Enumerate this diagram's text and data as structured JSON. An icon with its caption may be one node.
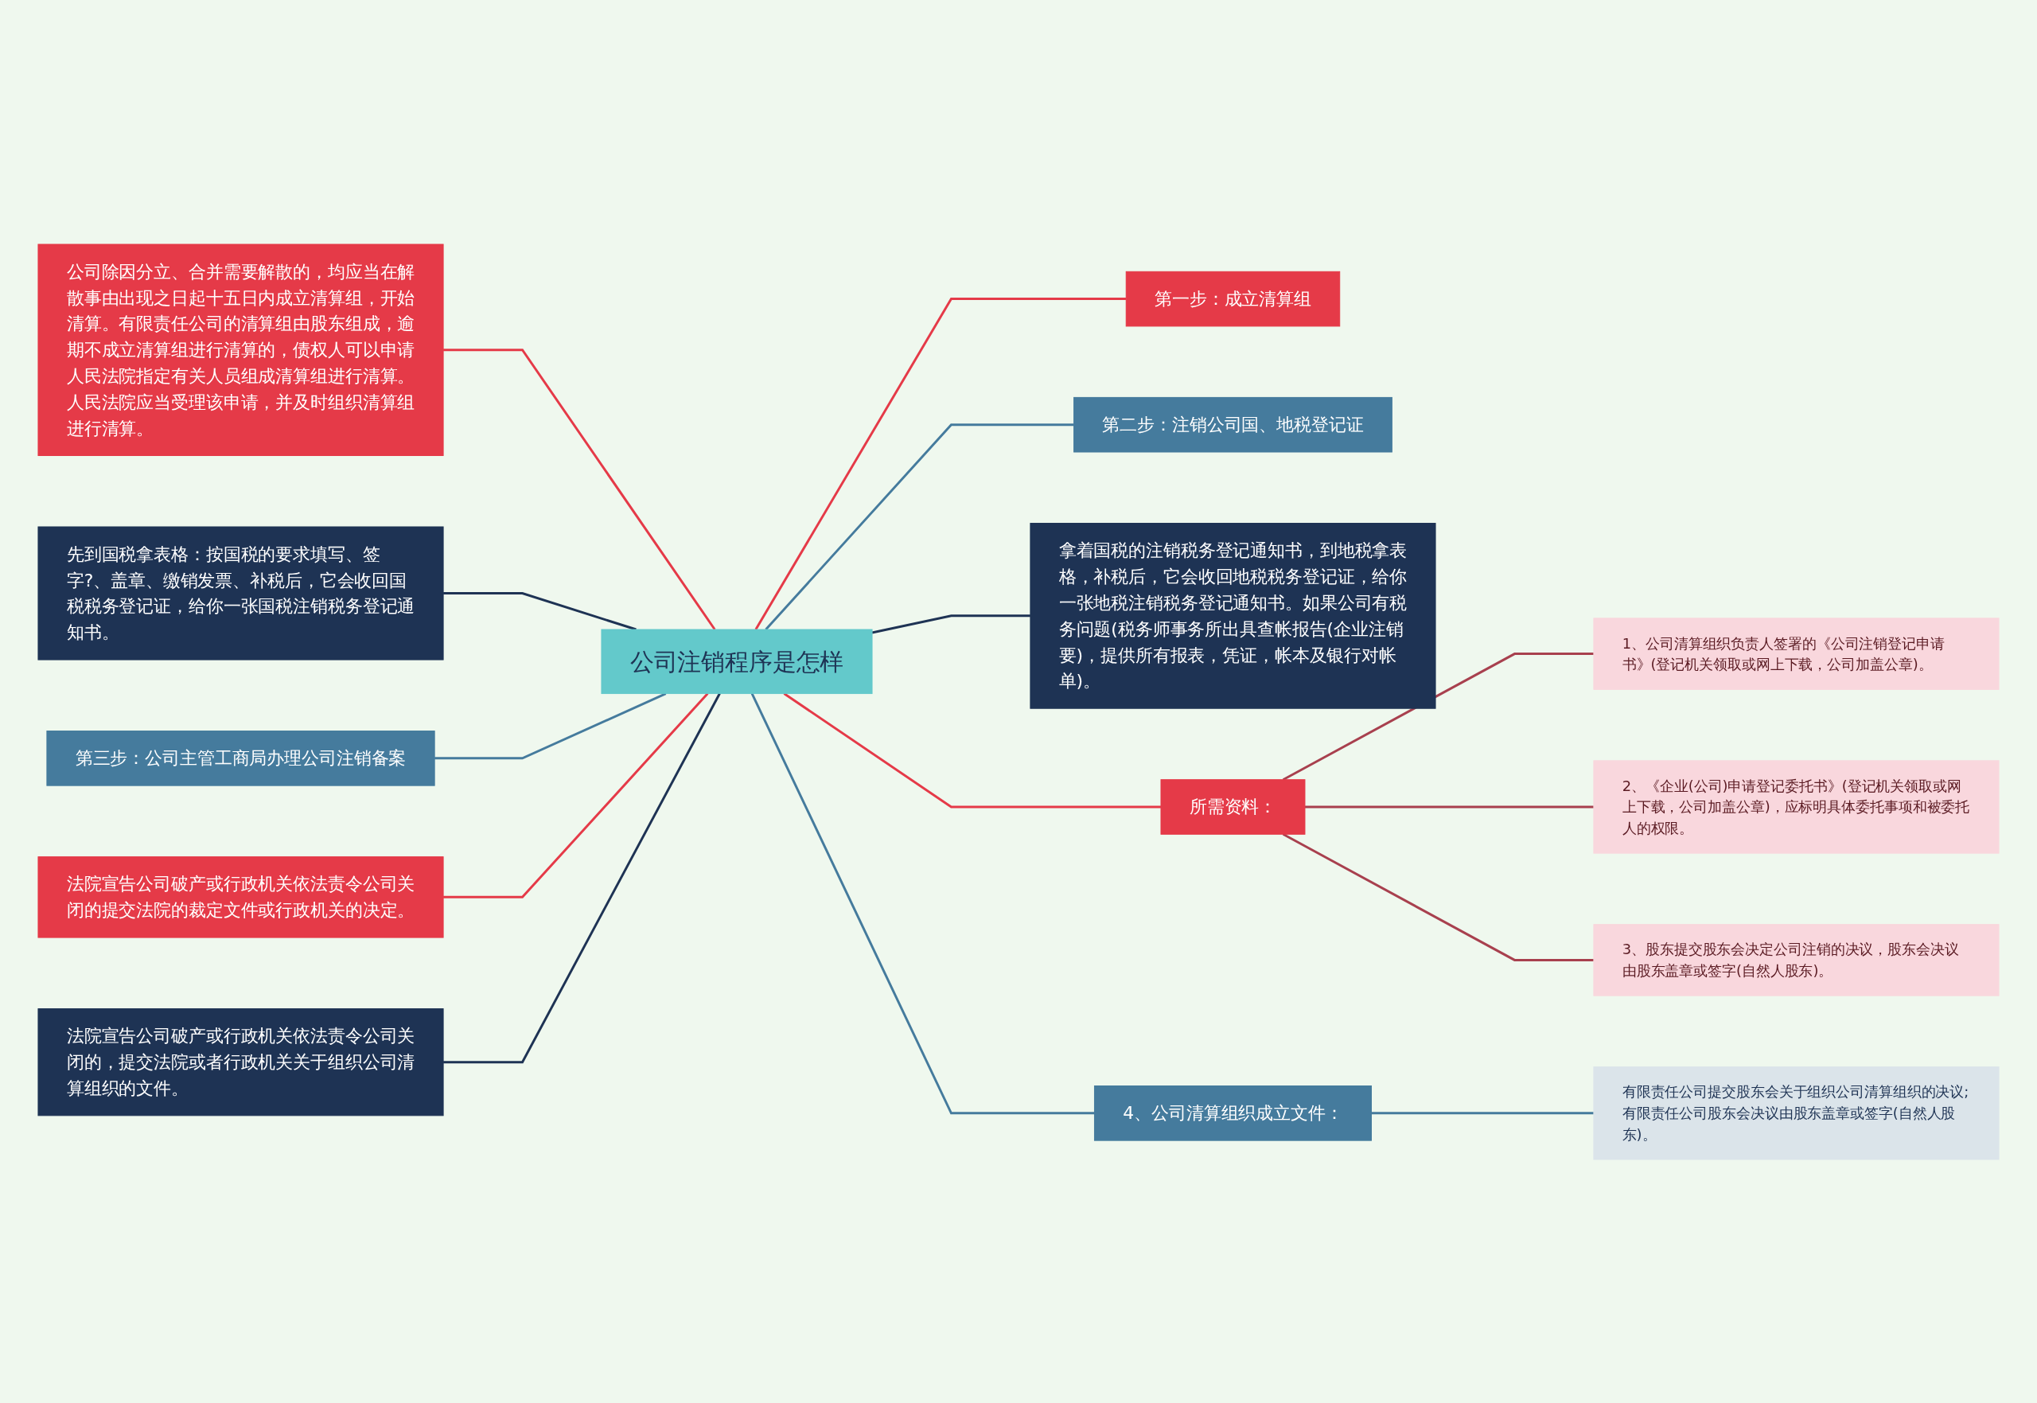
{
  "diagram": {
    "nodes": [
      {
        "text": [
          "公司注销程序是怎样"
        ]
      },
      {
        "text": [
          "公司除因分立、合并需要解散的，均应当在解散事由出现之日起十五日内成立清算组，开始清算。有限责任公司的清算组由股东组成，逾期不成立清算组进行清算的，债权人可以申请人民法院指定有关人员组成清算组进行清算。人民法院应当受理该申请，并及时组织清算组进行清算。"
        ]
      },
      {
        "text": [
          "先到国税拿表格：按国税的要求填写、签字?、盖章、缴销发票、补税后，它会收回国税税务登记证，给你一张国税注销税务登记通知书。"
        ]
      },
      {
        "text": [
          "第三步：公司主管工商局办理公司注销备案"
        ]
      },
      {
        "text": [
          "法院宣告公司破产或行政机关依法责令公司关闭的提交法院的裁定文件或行政机关的决定。"
        ]
      },
      {
        "text": [
          "法院宣告公司破产或行政机关依法责令公司关闭的，提交法院或者行政机关关于组织公司清算组织的文件。"
        ]
      },
      {
        "text": [
          "第一步：成立清算组"
        ]
      },
      {
        "text": [
          "第二步：注销公司国、地税登记证"
        ]
      },
      {
        "text": [
          "拿着国税的注销税务登记通知书，到地税拿表格，补税后，它会收回地税税务登记证，给你一张地税注销税务登记通知书。如果公司有税务问题(税务师事务所出具查帐报告(企业注销要)，提供所有报表，凭证，帐本及银行对帐单)。"
        ]
      },
      {
        "text": [
          "所需资料："
        ]
      },
      {
        "text": [
          "1、公司清算组织负责人签署的《公司注销登记申请书》(登记机关领取或网上下载，公司加盖公章)。"
        ]
      },
      {
        "text": [
          "2、《企业(公司)申请登记委托书》(登记机关领取或网上下载，公司加盖公章)，应标明具体委托事项和被委托人的权限。"
        ]
      },
      {
        "text": [
          "3、股东提交股东会决定公司注销的决议，股东会决议由股东盖章或签字(自然人股东)。"
        ]
      },
      {
        "text": [
          "4、公司清算组织成立文件："
        ]
      },
      {
        "text": [
          "有限责任公司提交股东会关于组织公司清算组织的决议;有限责任公司股东会决议由股东盖章或签字(自然人股东)。"
        ]
      }
    ],
    "edges": [
      {
        "from": 0,
        "to": 1,
        "arrow": "none",
        "color": "#e53a48"
      },
      {
        "from": 0,
        "to": 2,
        "arrow": "none",
        "color": "#1e3354"
      },
      {
        "from": 0,
        "to": 3,
        "arrow": "none",
        "color": "#457b9d"
      },
      {
        "from": 0,
        "to": 4,
        "arrow": "none",
        "color": "#e53a48"
      },
      {
        "from": 0,
        "to": 5,
        "arrow": "none",
        "color": "#1e3354"
      },
      {
        "from": 0,
        "to": 6,
        "arrow": "none",
        "color": "#e53a48"
      },
      {
        "from": 0,
        "to": 7,
        "arrow": "none",
        "color": "#457b9d"
      },
      {
        "from": 0,
        "to": 8,
        "arrow": "none",
        "color": "#1e3354"
      },
      {
        "from": 0,
        "to": 9,
        "arrow": "none",
        "color": "#e53a48"
      },
      {
        "from": 9,
        "to": 10,
        "arrow": "none",
        "color": "#a8404e"
      },
      {
        "from": 9,
        "to": 11,
        "arrow": "none",
        "color": "#a8404e"
      },
      {
        "from": 9,
        "to": 12,
        "arrow": "none",
        "color": "#a8404e"
      },
      {
        "from": 0,
        "to": 13,
        "arrow": "none",
        "color": "#457b9d"
      },
      {
        "from": 13,
        "to": 14,
        "arrow": "none",
        "color": "#457b9d"
      }
    ]
  }
}
